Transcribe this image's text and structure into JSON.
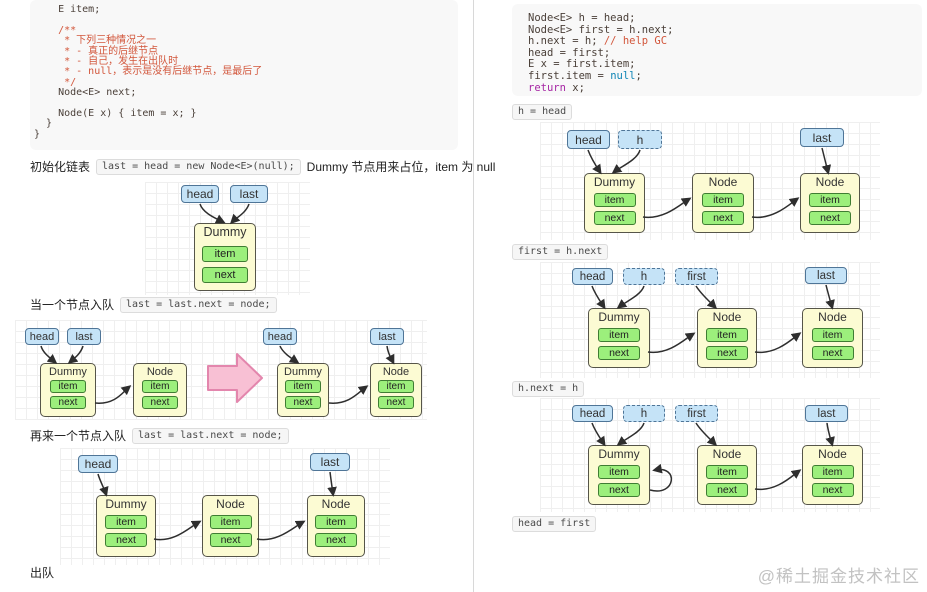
{
  "left_code": {
    "lines": [
      "    E item;",
      " ",
      "    /**",
      "     * 下列三种情况之一",
      "     * - 真正的后继节点",
      "     * - 自己，发生在出队时",
      "     * - null，表示是没有后继节点，是最后了",
      "     */",
      "    Node<E> next;",
      " ",
      "    Node(E x) { item = x; }",
      "  }",
      "}"
    ]
  },
  "right_code": {
    "r1": "Node<E> h = head;",
    "r2": "Node<E> first = h.next;",
    "r3a": "h.next = h; ",
    "r3b": "// help GC",
    "r4": "head = first;",
    "r5": "E x = first.item;",
    "r6a": "first.item = ",
    "r6b": "null",
    "r6c": ";",
    "r7a": "return",
    "r7b": " x;"
  },
  "sections": {
    "init_label": "初始化链表",
    "init_code": "last = head = new Node<E>(null);",
    "init_note": "Dummy 节点用来占位，item 为 null",
    "enq1_label": "当一个节点入队",
    "enq1_code": "last = last.next = node;",
    "enq2_label": "再来一个节点入队",
    "enq2_code": "last = last.next = node;",
    "deq_label": "出队"
  },
  "steps": {
    "s1": "h = head",
    "s2": "first = h.next",
    "s3": "h.next = h",
    "s4": "head = first"
  },
  "labels": {
    "head": "head",
    "last": "last",
    "h": "h",
    "first": "first",
    "dummy": "Dummy",
    "node": "Node",
    "item": "item",
    "next": "next"
  },
  "watermark": "@稀土掘金技术社区",
  "colors": {
    "pointer_fill": "#c5e3f7",
    "pointer_border": "#4f7597",
    "node_fill": "#fcfbd3",
    "node_border": "#565549",
    "field_fill": "#9cef7c",
    "field_border": "#3f7d33",
    "comment": "#d2563b",
    "keyword": "#a626a4",
    "literal_null": "#0e84b5",
    "pink_arrow": "#f8c0d4",
    "code_bg": "#f8f8f8"
  }
}
